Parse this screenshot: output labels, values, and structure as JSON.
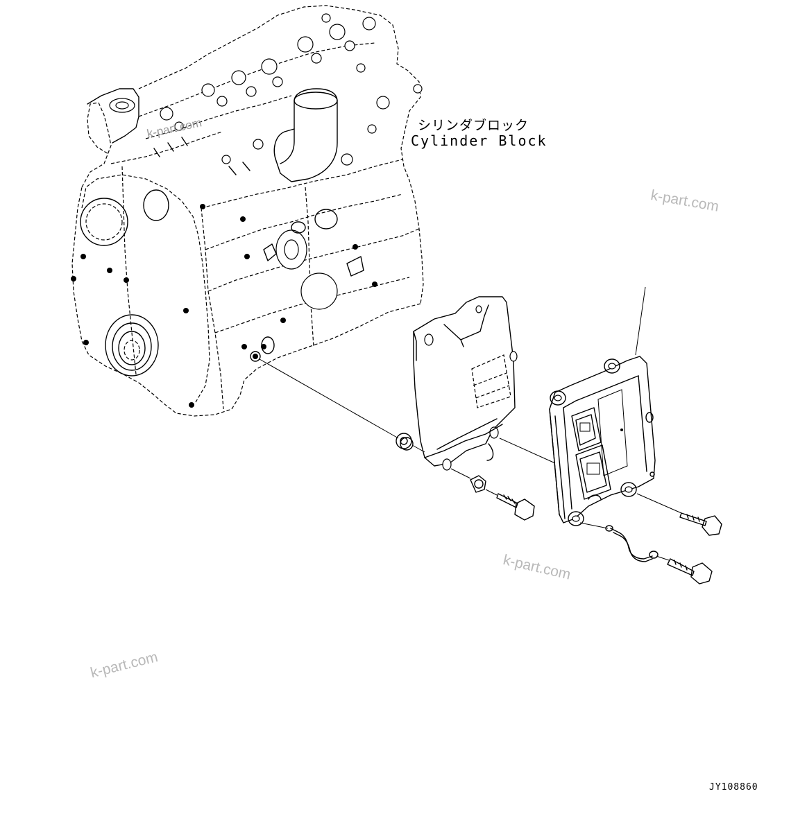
{
  "labels": {
    "cylinder_block_jp": "シリンダブロック",
    "cylinder_block_en": "Cylinder Block"
  },
  "figure_id": "JY108860",
  "watermarks": [
    "k-part.com",
    "k-part.com",
    "k-part.com",
    "k-part.com"
  ],
  "parts": [
    {
      "name": "cylinder-block"
    },
    {
      "name": "mounting-bracket"
    },
    {
      "name": "engine-controller"
    },
    {
      "name": "rubber-cushion"
    },
    {
      "name": "mount-bolt"
    },
    {
      "name": "mount-bolt"
    },
    {
      "name": "ground-bolt"
    },
    {
      "name": "ground-wire"
    },
    {
      "name": "collar"
    }
  ]
}
